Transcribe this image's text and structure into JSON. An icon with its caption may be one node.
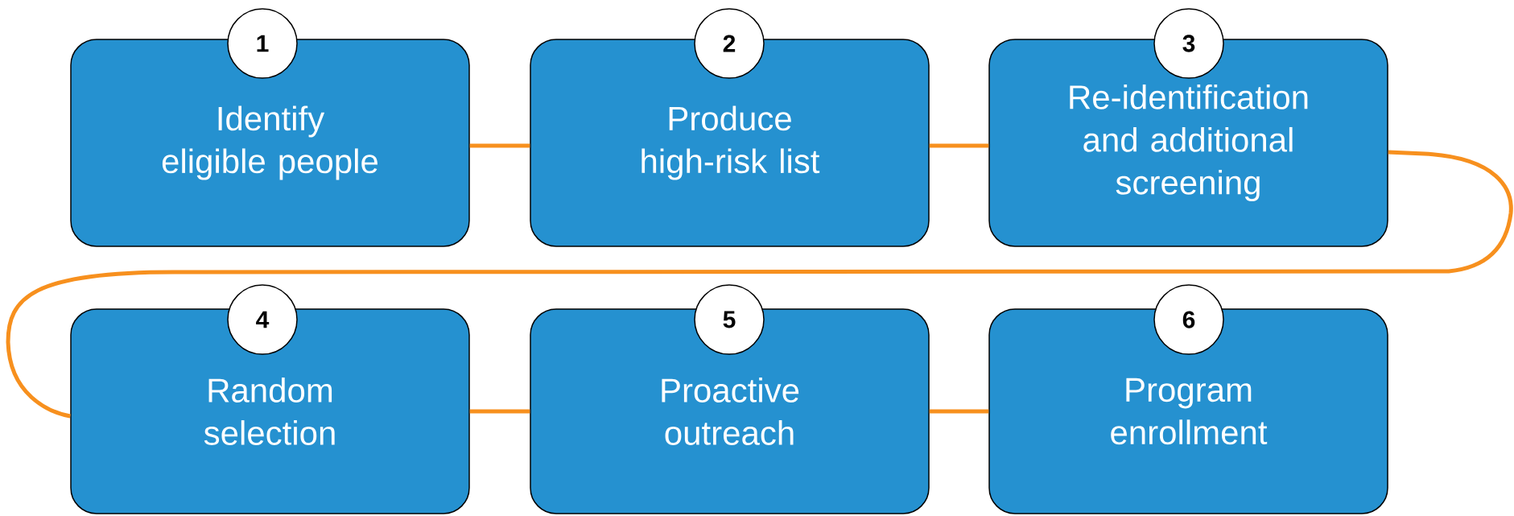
{
  "diagram": {
    "nodes": [
      {
        "text": [
          "1"
        ]
      },
      {
        "text": [
          "Identify eligible people"
        ]
      },
      {
        "text": [
          "2"
        ]
      },
      {
        "text": [
          "Produce high-risk list"
        ]
      },
      {
        "text": [
          "3"
        ]
      },
      {
        "text": [
          "Re-identification and additional screening"
        ]
      },
      {
        "text": [
          "4"
        ]
      },
      {
        "text": [
          "Random selection"
        ]
      },
      {
        "text": [
          "5"
        ]
      },
      {
        "text": [
          "Proactive outreach"
        ]
      },
      {
        "text": [
          "6"
        ]
      },
      {
        "text": [
          "Program enrollment"
        ]
      }
    ],
    "edges": [
      {
        "from": 1,
        "to": 3,
        "arrow": "none"
      },
      {
        "from": 3,
        "to": 5,
        "arrow": "none"
      },
      {
        "from": 5,
        "to": 7,
        "arrow": "none"
      },
      {
        "from": 7,
        "to": 9,
        "arrow": "none"
      },
      {
        "from": 9,
        "to": 11,
        "arrow": "none"
      }
    ]
  }
}
